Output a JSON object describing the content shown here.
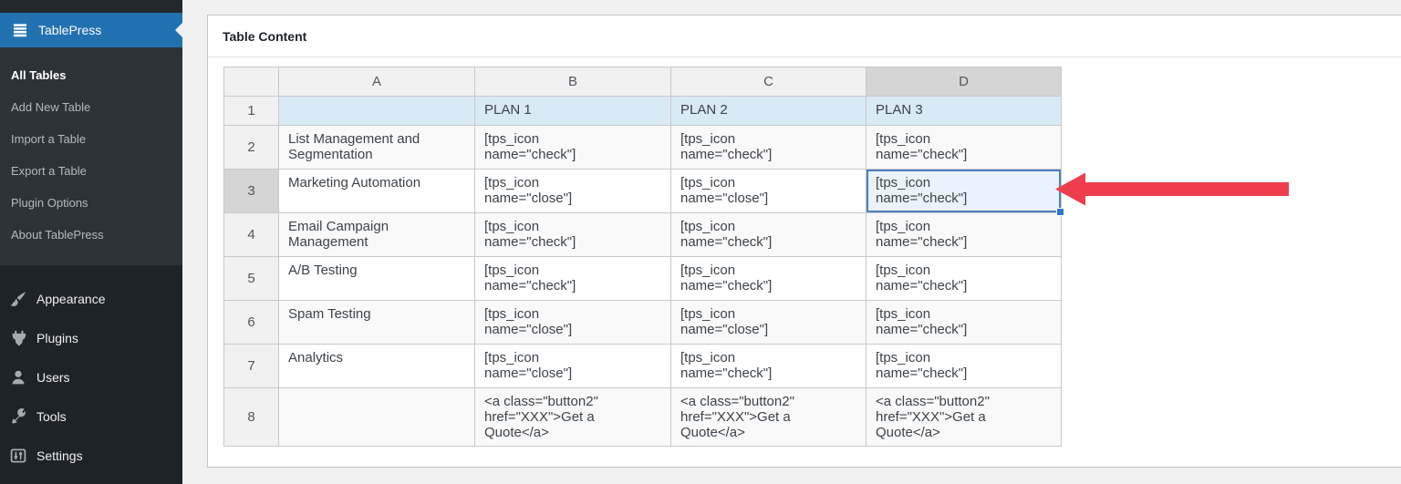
{
  "sidebar": {
    "tablepress_label": "TablePress",
    "submenu": [
      {
        "label": "All Tables",
        "current": true
      },
      {
        "label": "Add New Table",
        "current": false
      },
      {
        "label": "Import a Table",
        "current": false
      },
      {
        "label": "Export a Table",
        "current": false
      },
      {
        "label": "Plugin Options",
        "current": false
      },
      {
        "label": "About TablePress",
        "current": false
      }
    ],
    "menu": [
      {
        "label": "Appearance",
        "icon": "appearance-brush-icon"
      },
      {
        "label": "Plugins",
        "icon": "plugins-plug-icon"
      },
      {
        "label": "Users",
        "icon": "users-person-icon"
      },
      {
        "label": "Tools",
        "icon": "tools-wrench-icon"
      },
      {
        "label": "Settings",
        "icon": "settings-sliders-icon"
      }
    ]
  },
  "panel": {
    "title": "Table Content"
  },
  "grid": {
    "column_headers": [
      "A",
      "B",
      "C",
      "D"
    ],
    "selection": {
      "row": "3",
      "column": "D"
    },
    "rows": [
      {
        "num": "1",
        "kind": "plan",
        "cells": [
          "",
          "PLAN 1",
          "PLAN 2",
          "PLAN 3"
        ]
      },
      {
        "num": "2",
        "kind": "norm",
        "cells": [
          "List Management and\nSegmentation",
          "[tps_icon\nname=\"check\"]",
          "[tps_icon\nname=\"check\"]",
          "[tps_icon\nname=\"check\"]"
        ]
      },
      {
        "num": "3",
        "kind": "norm",
        "cells": [
          "Marketing Automation",
          "[tps_icon\nname=\"close\"]",
          "[tps_icon\nname=\"close\"]",
          "[tps_icon\nname=\"check\"]"
        ]
      },
      {
        "num": "4",
        "kind": "norm",
        "cells": [
          "Email Campaign\nManagement",
          "[tps_icon\nname=\"check\"]",
          "[tps_icon\nname=\"check\"]",
          "[tps_icon\nname=\"check\"]"
        ]
      },
      {
        "num": "5",
        "kind": "norm",
        "cells": [
          "A/B Testing",
          "[tps_icon\nname=\"check\"]",
          "[tps_icon\nname=\"check\"]",
          "[tps_icon\nname=\"check\"]"
        ]
      },
      {
        "num": "6",
        "kind": "norm",
        "cells": [
          "Spam Testing",
          "[tps_icon\nname=\"close\"]",
          "[tps_icon\nname=\"close\"]",
          "[tps_icon\nname=\"check\"]"
        ]
      },
      {
        "num": "7",
        "kind": "norm",
        "cells": [
          "Analytics",
          "[tps_icon\nname=\"close\"]",
          "[tps_icon\nname=\"check\"]",
          "[tps_icon\nname=\"check\"]"
        ]
      },
      {
        "num": "8",
        "kind": "tall",
        "cells": [
          "",
          "<a class=\"button2\"\nhref=\"XXX\">Get a\nQuote</a>",
          "<a class=\"button2\"\nhref=\"XXX\">Get a\nQuote</a>",
          "<a class=\"button2\"\nhref=\"XXX\">Get a\nQuote</a>"
        ]
      }
    ]
  },
  "annotation": {
    "arrow_color": "#ee3e4e"
  },
  "colors": {
    "wp_accent_blue": "#2271b1",
    "sidebar_bg": "#1d2327",
    "submenu_bg": "#2c3338",
    "plan_row_bg": "#d9eaf7",
    "selected_header_bg": "#d5d5d5",
    "selected_cell_border": "#4a80c0",
    "selected_cell_bg": "#eaf2fb"
  }
}
